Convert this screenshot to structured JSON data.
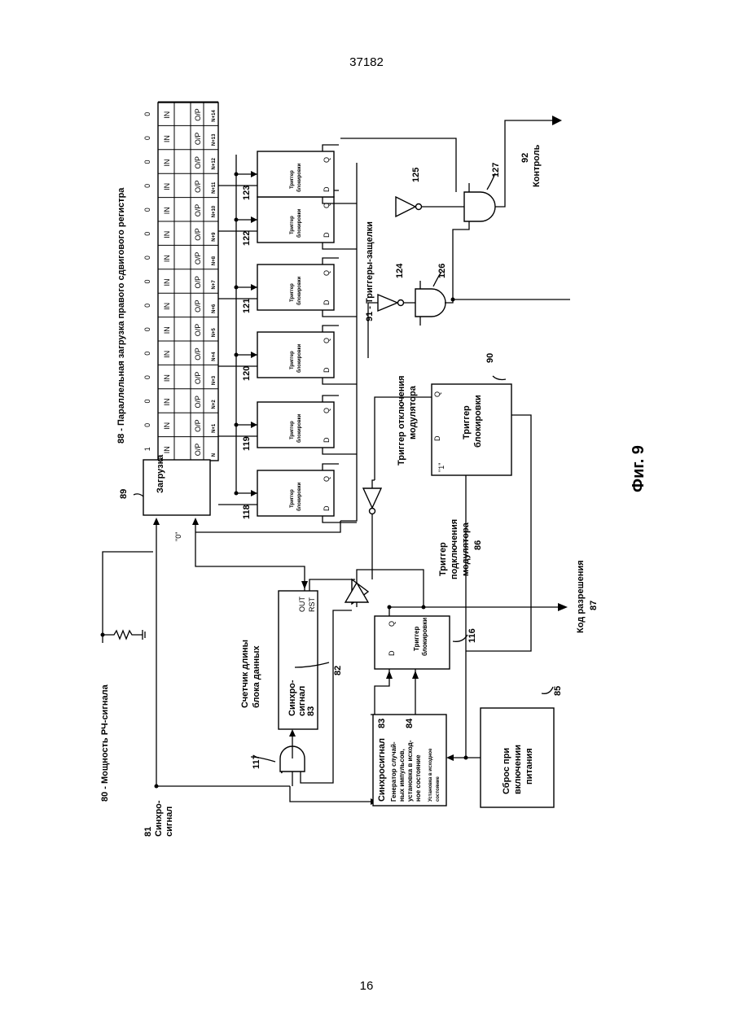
{
  "header": {
    "page_number": "37182"
  },
  "footer": {
    "page_number": "16"
  },
  "figure": {
    "caption": "Фиг. 9",
    "title": "88 - Параллельная загрузка правого сдвигового регистра",
    "label_rf": "80 - Мощность РЧ-сигнала",
    "label_sync_num": "81",
    "label_sync_line1": "Синхро-",
    "label_sync_line2": "сигнал",
    "label_latches": "91 - Триггеры-защелки",
    "label_control_num": "92",
    "label_control": "Контроль",
    "label_code_line1": "Код разрешения",
    "label_code_num": "87",
    "label_mod_off_line1": "Триггер отключения",
    "label_mod_off_line2": "модулятора",
    "label_mod_on_line1": "Триггер",
    "label_mod_on_line2": "подключения",
    "label_mod_on_line3": "модулятора",
    "label_mod_on_num": "86",
    "label_one": "\"1\"",
    "label_zero": "\"0\"",
    "load_block": {
      "num": "89",
      "label": "Загрузка"
    },
    "counter": {
      "title_line1": "Счетчик длины",
      "title_line2": "блока данных",
      "num": "82",
      "sync_line1": "Синхро-",
      "sync_line2": "сигнал",
      "sync_num": "83",
      "out": "OUT",
      "rst": "RST"
    },
    "generator": {
      "title": "Синхросигнал",
      "num1": "83",
      "num2": "84",
      "line1": "Генератор случай-",
      "line2": "ных импульсов,",
      "line3": "установка в исход-",
      "line4": "ное состояние",
      "line5": "Установка в исходное",
      "line6": "состояние"
    },
    "reset": {
      "num": "85",
      "line1": "Сброс при",
      "line2": "включении",
      "line3": "питания"
    },
    "gates": {
      "g117": "117",
      "g116": "116",
      "g124": "124",
      "g125": "125",
      "g126": "126",
      "g127": "127",
      "g90": "90"
    },
    "latch_title1": "Триггер",
    "latch_title2": "блокировки",
    "latch_nums": [
      "118",
      "119",
      "120",
      "121",
      "122",
      "123"
    ],
    "register": {
      "init_values": [
        "1",
        "0",
        "0",
        "0",
        "0",
        "0",
        "0",
        "0",
        "0",
        "0",
        "0",
        "0",
        "0",
        "0",
        "0"
      ],
      "io_in": "IN",
      "io_out": "O/P",
      "cell_labels": [
        "N",
        "N+1",
        "N+2",
        "N+3",
        "N+4",
        "N+5",
        "N+6",
        "N+7",
        "N+8",
        "N+9",
        "N+10",
        "N+11",
        "N+12",
        "N+13",
        "N+14"
      ]
    },
    "pins": {
      "d": "D",
      "q": "Q"
    }
  }
}
